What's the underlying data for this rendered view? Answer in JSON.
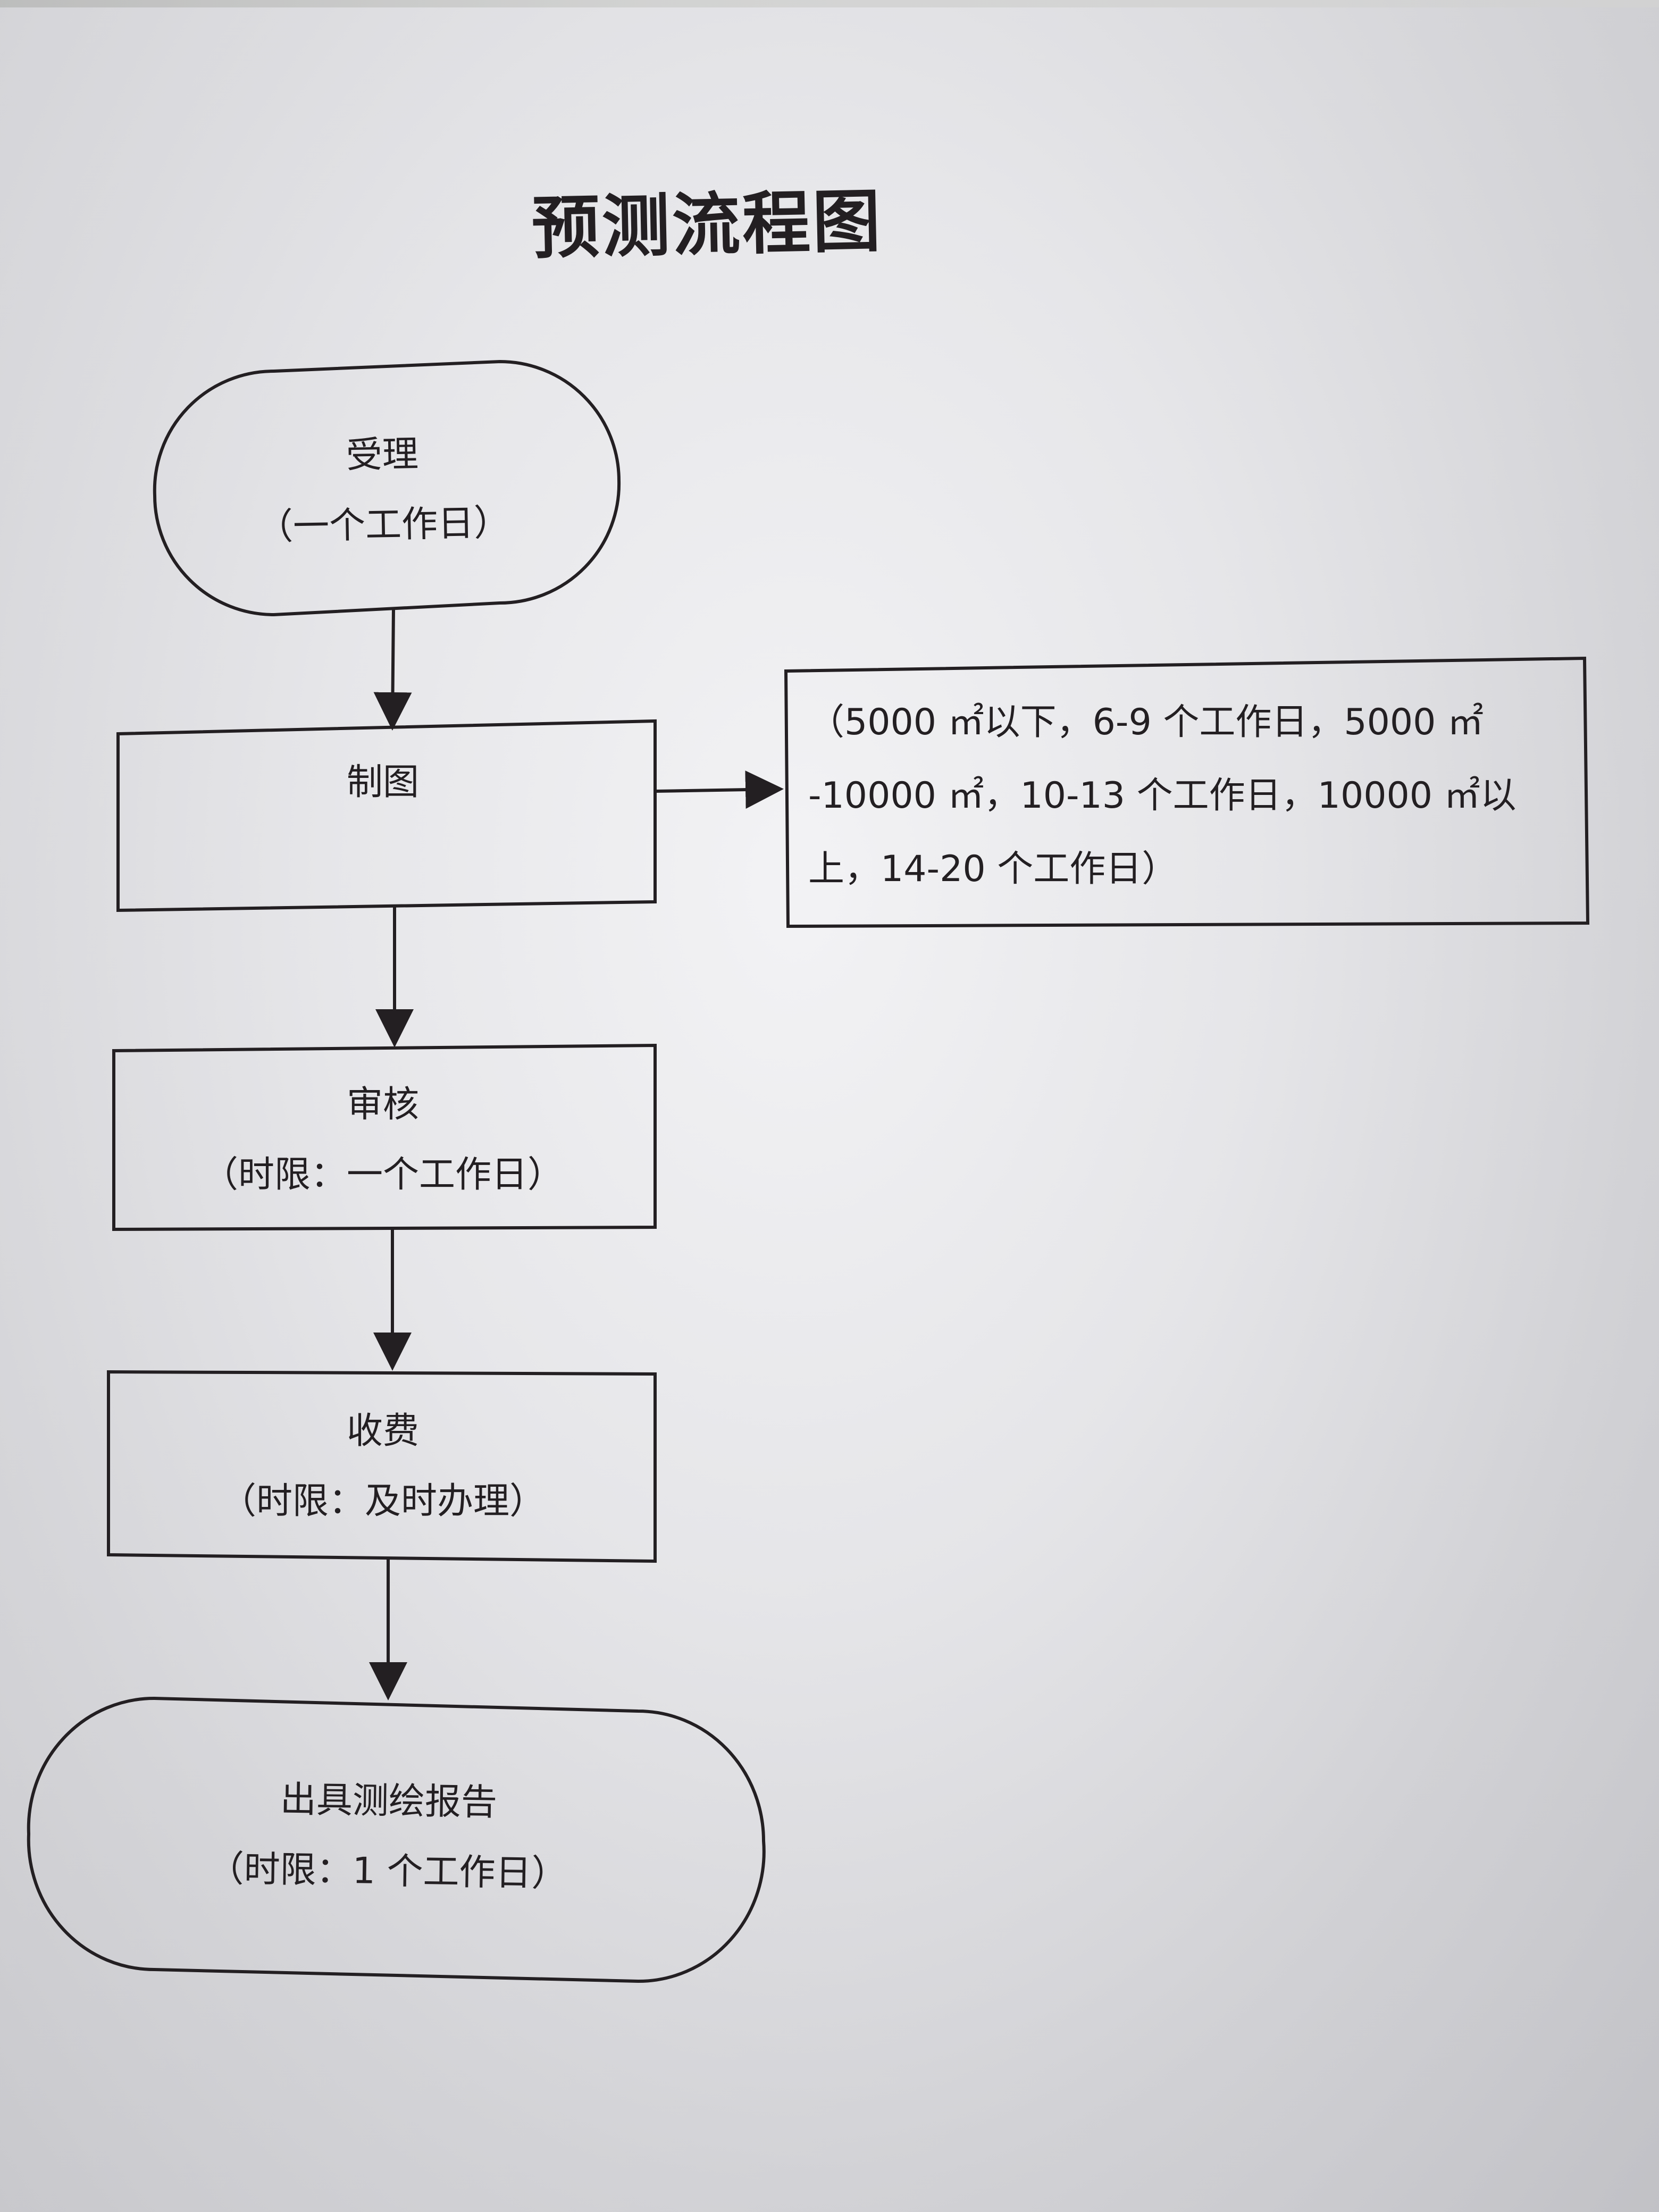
{
  "title": "预测流程图",
  "steps": [
    {
      "label": "受理",
      "sub": "（一个工作日）"
    },
    {
      "label": "制图",
      "sub": ""
    },
    {
      "label": "审核",
      "sub": "（时限：一个工作日）"
    },
    {
      "label": "收费",
      "sub": "（时限：及时办理）"
    },
    {
      "label": "出具测绘报告",
      "sub": "（时限：1 个工作日）"
    }
  ],
  "note": {
    "text": "（5000 ㎡以下，6-9 个工作日，5000 ㎡ -10000 ㎡，10-13 个工作日，10000 ㎡以上，14-20 个工作日）"
  },
  "colors": {
    "ink": "#231f22",
    "paper": "#dedee1"
  }
}
